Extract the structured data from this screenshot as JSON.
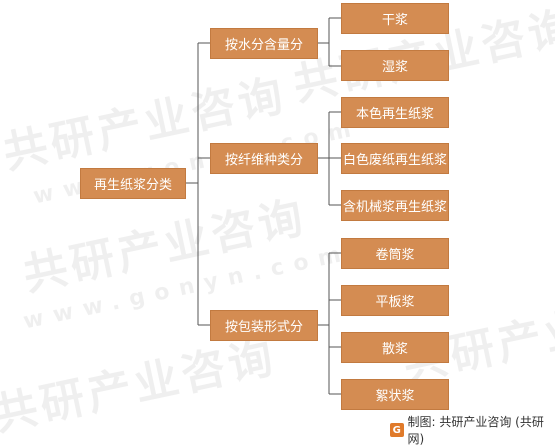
{
  "root": {
    "label": "再生纸浆分类"
  },
  "groups": [
    {
      "label": "按水分含量分",
      "children": [
        "干浆",
        "湿浆"
      ]
    },
    {
      "label": "按纤维种类分",
      "children": [
        "本色再生纸浆",
        "白色废纸再生纸浆",
        "含机械浆再生纸浆"
      ]
    },
    {
      "label": "按包装形式分",
      "children": [
        "卷筒浆",
        "平板浆",
        "散浆",
        "絮状浆"
      ]
    }
  ],
  "watermark": {
    "brand": "共研产业咨询",
    "url": "www.gonyn.com"
  },
  "footer": {
    "text": "制图: 共研产业咨询 (共研网)",
    "logo_letter": "G"
  },
  "colors": {
    "box": "#d48c52",
    "line": "#555555"
  }
}
